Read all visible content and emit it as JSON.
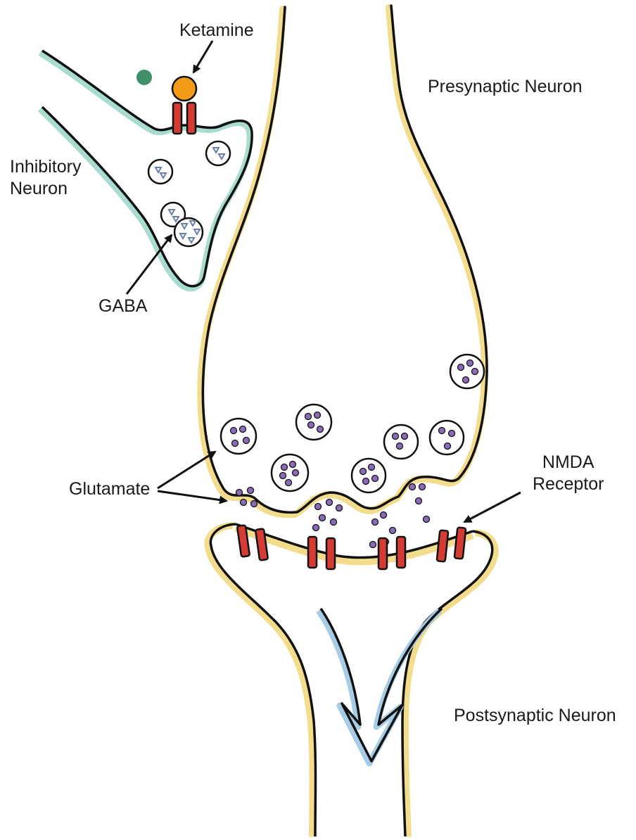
{
  "labels": {
    "ketamine": "Ketamine",
    "presynaptic": "Presynaptic Neuron",
    "inhibitory_line1": "Inhibitory",
    "inhibitory_line2": "Neuron",
    "gaba": "GABA",
    "glutamate": "Glutamate",
    "nmda_line1": "NMDA",
    "nmda_line2": "Receptor",
    "postsynaptic": "Postsynaptic Neuron"
  },
  "colors": {
    "outline": "#111111",
    "neuron_halo": "#f3dc8c",
    "inhibitory_halo": "#a8dcd0",
    "receptor": "#d43b32",
    "ketamine": "#f39a17",
    "green_molecule": "#3f8f68",
    "glutamate_dot": "#8b6ab8",
    "gaba_triangle": "#6b7fa8",
    "signal_arrow": "#a7cde6"
  },
  "icons": {
    "receptor": "receptor-channel-icon",
    "vesicle": "vesicle-icon",
    "signal": "signal-arrow-icon"
  }
}
